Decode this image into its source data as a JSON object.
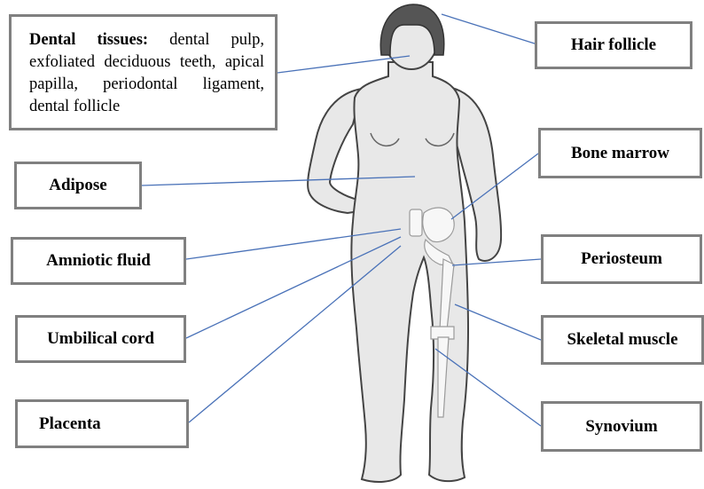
{
  "colors": {
    "box_border": "#808080",
    "leader_line": "#4a72b8",
    "body_fill": "#e8e8e8",
    "body_outline": "#444444",
    "hair": "#555555",
    "bone": "#f7f7f7"
  },
  "labels": {
    "dental_title": "Dental tissues:",
    "dental_body": "dental pulp, exfoliated deciduous teeth, apical papilla, periodontal ligament, dental follicle",
    "adipose": "Adipose",
    "amniotic_fluid": "Amniotic fluid",
    "umbilical_cord": "Umbilical cord",
    "placenta": "Placenta",
    "hair_follicle": "Hair follicle",
    "bone_marrow": "Bone marrow",
    "periosteum": "Periosteum",
    "skeletal_muscle": "Skeletal muscle",
    "synovium": "Synovium"
  }
}
